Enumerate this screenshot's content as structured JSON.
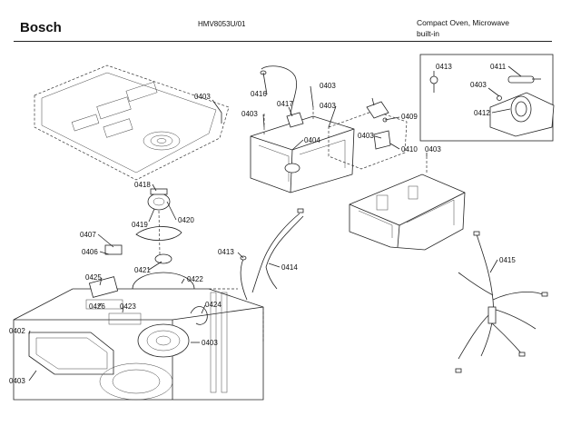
{
  "header": {
    "brand": "Bosch",
    "model": "HMV8053U/01",
    "description_line1": "Compact Oven, Microwave",
    "description_line2": "built-in"
  },
  "callouts": [
    {
      "id": "c0403a",
      "text": "0403"
    },
    {
      "id": "c0416",
      "text": "0416"
    },
    {
      "id": "c0417",
      "text": "0417"
    },
    {
      "id": "c0403b",
      "text": "0403"
    },
    {
      "id": "c0403c",
      "text": "0403"
    },
    {
      "id": "c0403d",
      "text": "0403"
    },
    {
      "id": "c0404",
      "text": "0404"
    },
    {
      "id": "c0409",
      "text": "0409"
    },
    {
      "id": "c0403e",
      "text": "0403"
    },
    {
      "id": "c0410",
      "text": "0410"
    },
    {
      "id": "c0403f",
      "text": "0403"
    },
    {
      "id": "c0413a",
      "text": "0413"
    },
    {
      "id": "c0411",
      "text": "0411"
    },
    {
      "id": "c0403g",
      "text": "0403"
    },
    {
      "id": "c0412",
      "text": "0412"
    },
    {
      "id": "c0418",
      "text": "0418"
    },
    {
      "id": "c0419",
      "text": "0419"
    },
    {
      "id": "c0420",
      "text": "0420"
    },
    {
      "id": "c0407",
      "text": "0407"
    },
    {
      "id": "c0406",
      "text": "0406"
    },
    {
      "id": "c0425",
      "text": "0425"
    },
    {
      "id": "c0421",
      "text": "0421"
    },
    {
      "id": "c0422",
      "text": "0422"
    },
    {
      "id": "c0426",
      "text": "0426"
    },
    {
      "id": "c0423",
      "text": "0423"
    },
    {
      "id": "c0424",
      "text": "0424"
    },
    {
      "id": "c0413b",
      "text": "0413"
    },
    {
      "id": "c0414",
      "text": "0414"
    },
    {
      "id": "c0415",
      "text": "0415"
    },
    {
      "id": "c0402",
      "text": "0402"
    },
    {
      "id": "c0403h",
      "text": "0403"
    },
    {
      "id": "c0403i",
      "text": "0403"
    }
  ]
}
